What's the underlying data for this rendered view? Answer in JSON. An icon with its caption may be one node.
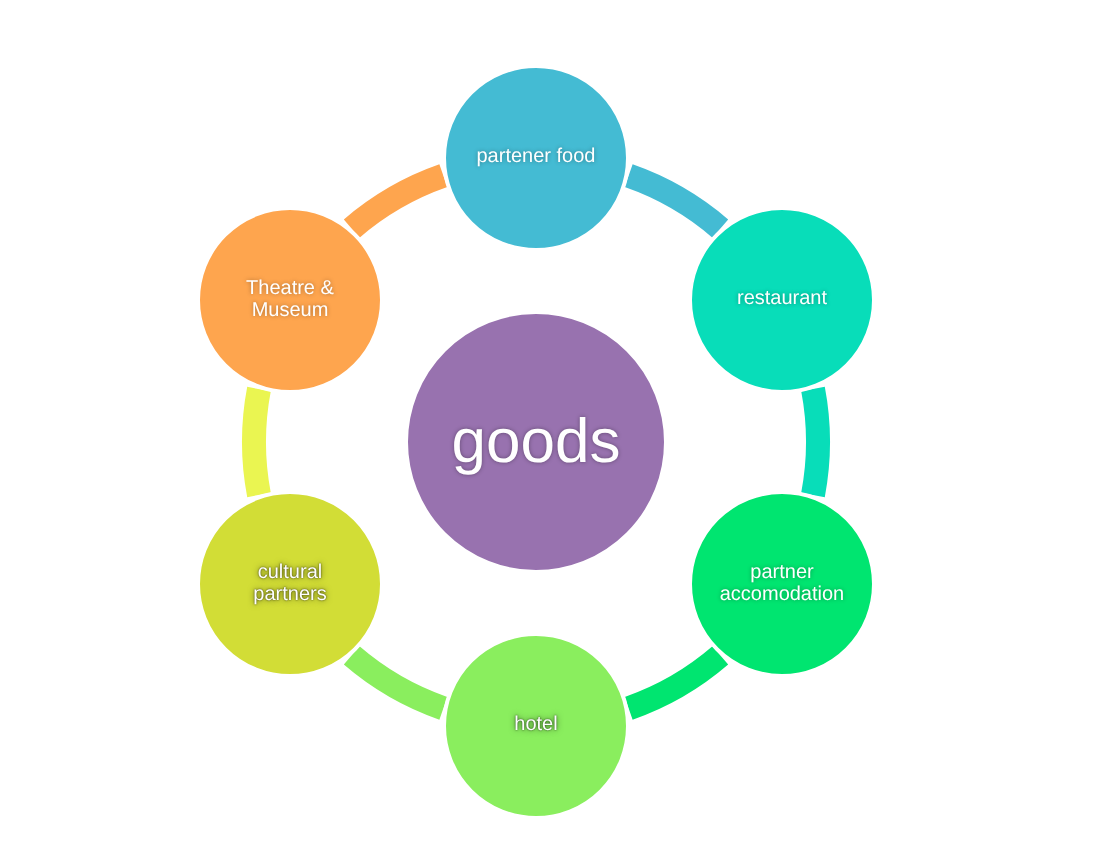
{
  "diagram": {
    "nodes": [
      {
        "text": [
          "goods"
        ]
      },
      {
        "text": [
          "partener food"
        ]
      },
      {
        "text": [
          "restaurant"
        ]
      },
      {
        "text": [
          "partner accomodation"
        ]
      },
      {
        "text": [
          "hotel"
        ]
      },
      {
        "text": [
          "cultural partners"
        ]
      },
      {
        "text": [
          "Theatre & Museum"
        ]
      }
    ],
    "edges": [
      {
        "from": 1,
        "to": 2,
        "arrow": "none",
        "color": "#44bbd3"
      },
      {
        "from": 2,
        "to": 3,
        "arrow": "none",
        "color": "#08ddb9"
      },
      {
        "from": 3,
        "to": 4,
        "arrow": "none",
        "color": "#00e570"
      },
      {
        "from": 4,
        "to": 5,
        "arrow": "none",
        "color": "#8aee5e"
      },
      {
        "from": 5,
        "to": 6,
        "arrow": "none",
        "color": "#eaf551"
      },
      {
        "from": 6,
        "to": 1,
        "arrow": "none",
        "color": "#fea54e"
      }
    ]
  }
}
